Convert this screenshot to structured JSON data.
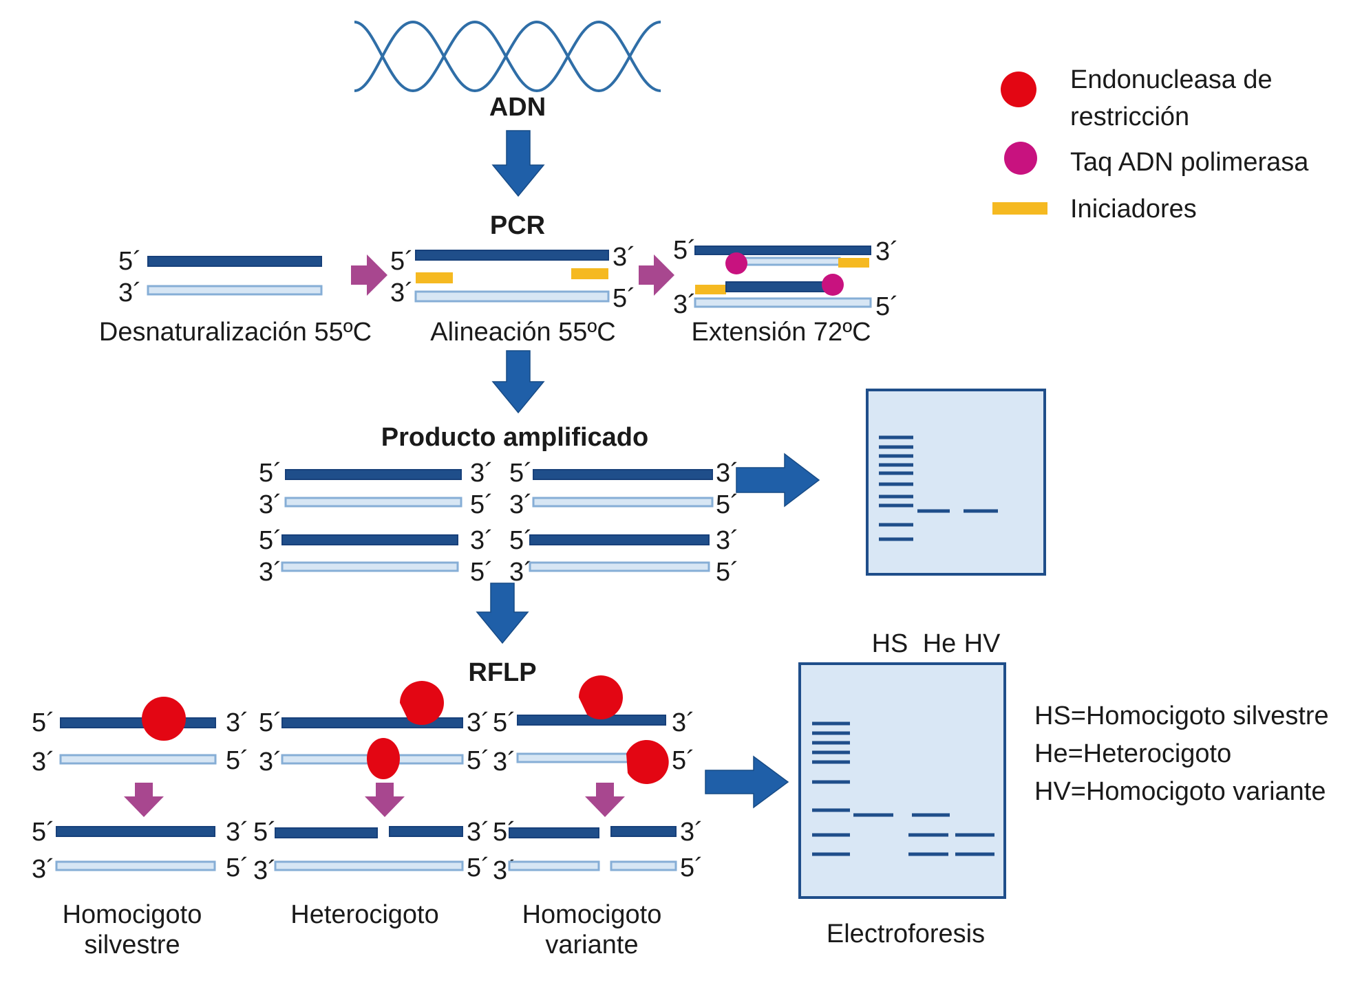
{
  "labels": {
    "dna": "ADN",
    "pcr": "PCR",
    "denat": "Desnaturalización 55ºC",
    "align": "Alineación 55ºC",
    "ext": "Extensión 72ºC",
    "product": "Producto amplificado",
    "rflp": "RFLP",
    "hs_caption_1": "Homocigoto",
    "hs_caption_2": "silvestre",
    "he_caption": "Heterocigoto",
    "hv_caption_1": "Homocigoto",
    "hv_caption_2": "variante",
    "electro": "Electroforesis"
  },
  "ends": {
    "five": "5´",
    "three": "3´"
  },
  "legend": {
    "endonuclease_1": "Endonucleasa de",
    "endonuclease_2": "restricción",
    "taq": "Taq ADN polimerasa",
    "primers": "Iniciadores"
  },
  "lanes": {
    "hs": "HS",
    "he": "He",
    "hv": "HV"
  },
  "key": {
    "hs": "HS=Homocigoto silvestre",
    "he": "He=Heterocigoto",
    "hv": "HV=Homocigoto variante"
  },
  "colors": {
    "dark_strand": "#1f4e8a",
    "light_strand": "#d7e6f4",
    "primer": "#f5b921",
    "endonuclease": "#e30613",
    "taq": "#c8127f",
    "gel": "#d9e7f5"
  }
}
